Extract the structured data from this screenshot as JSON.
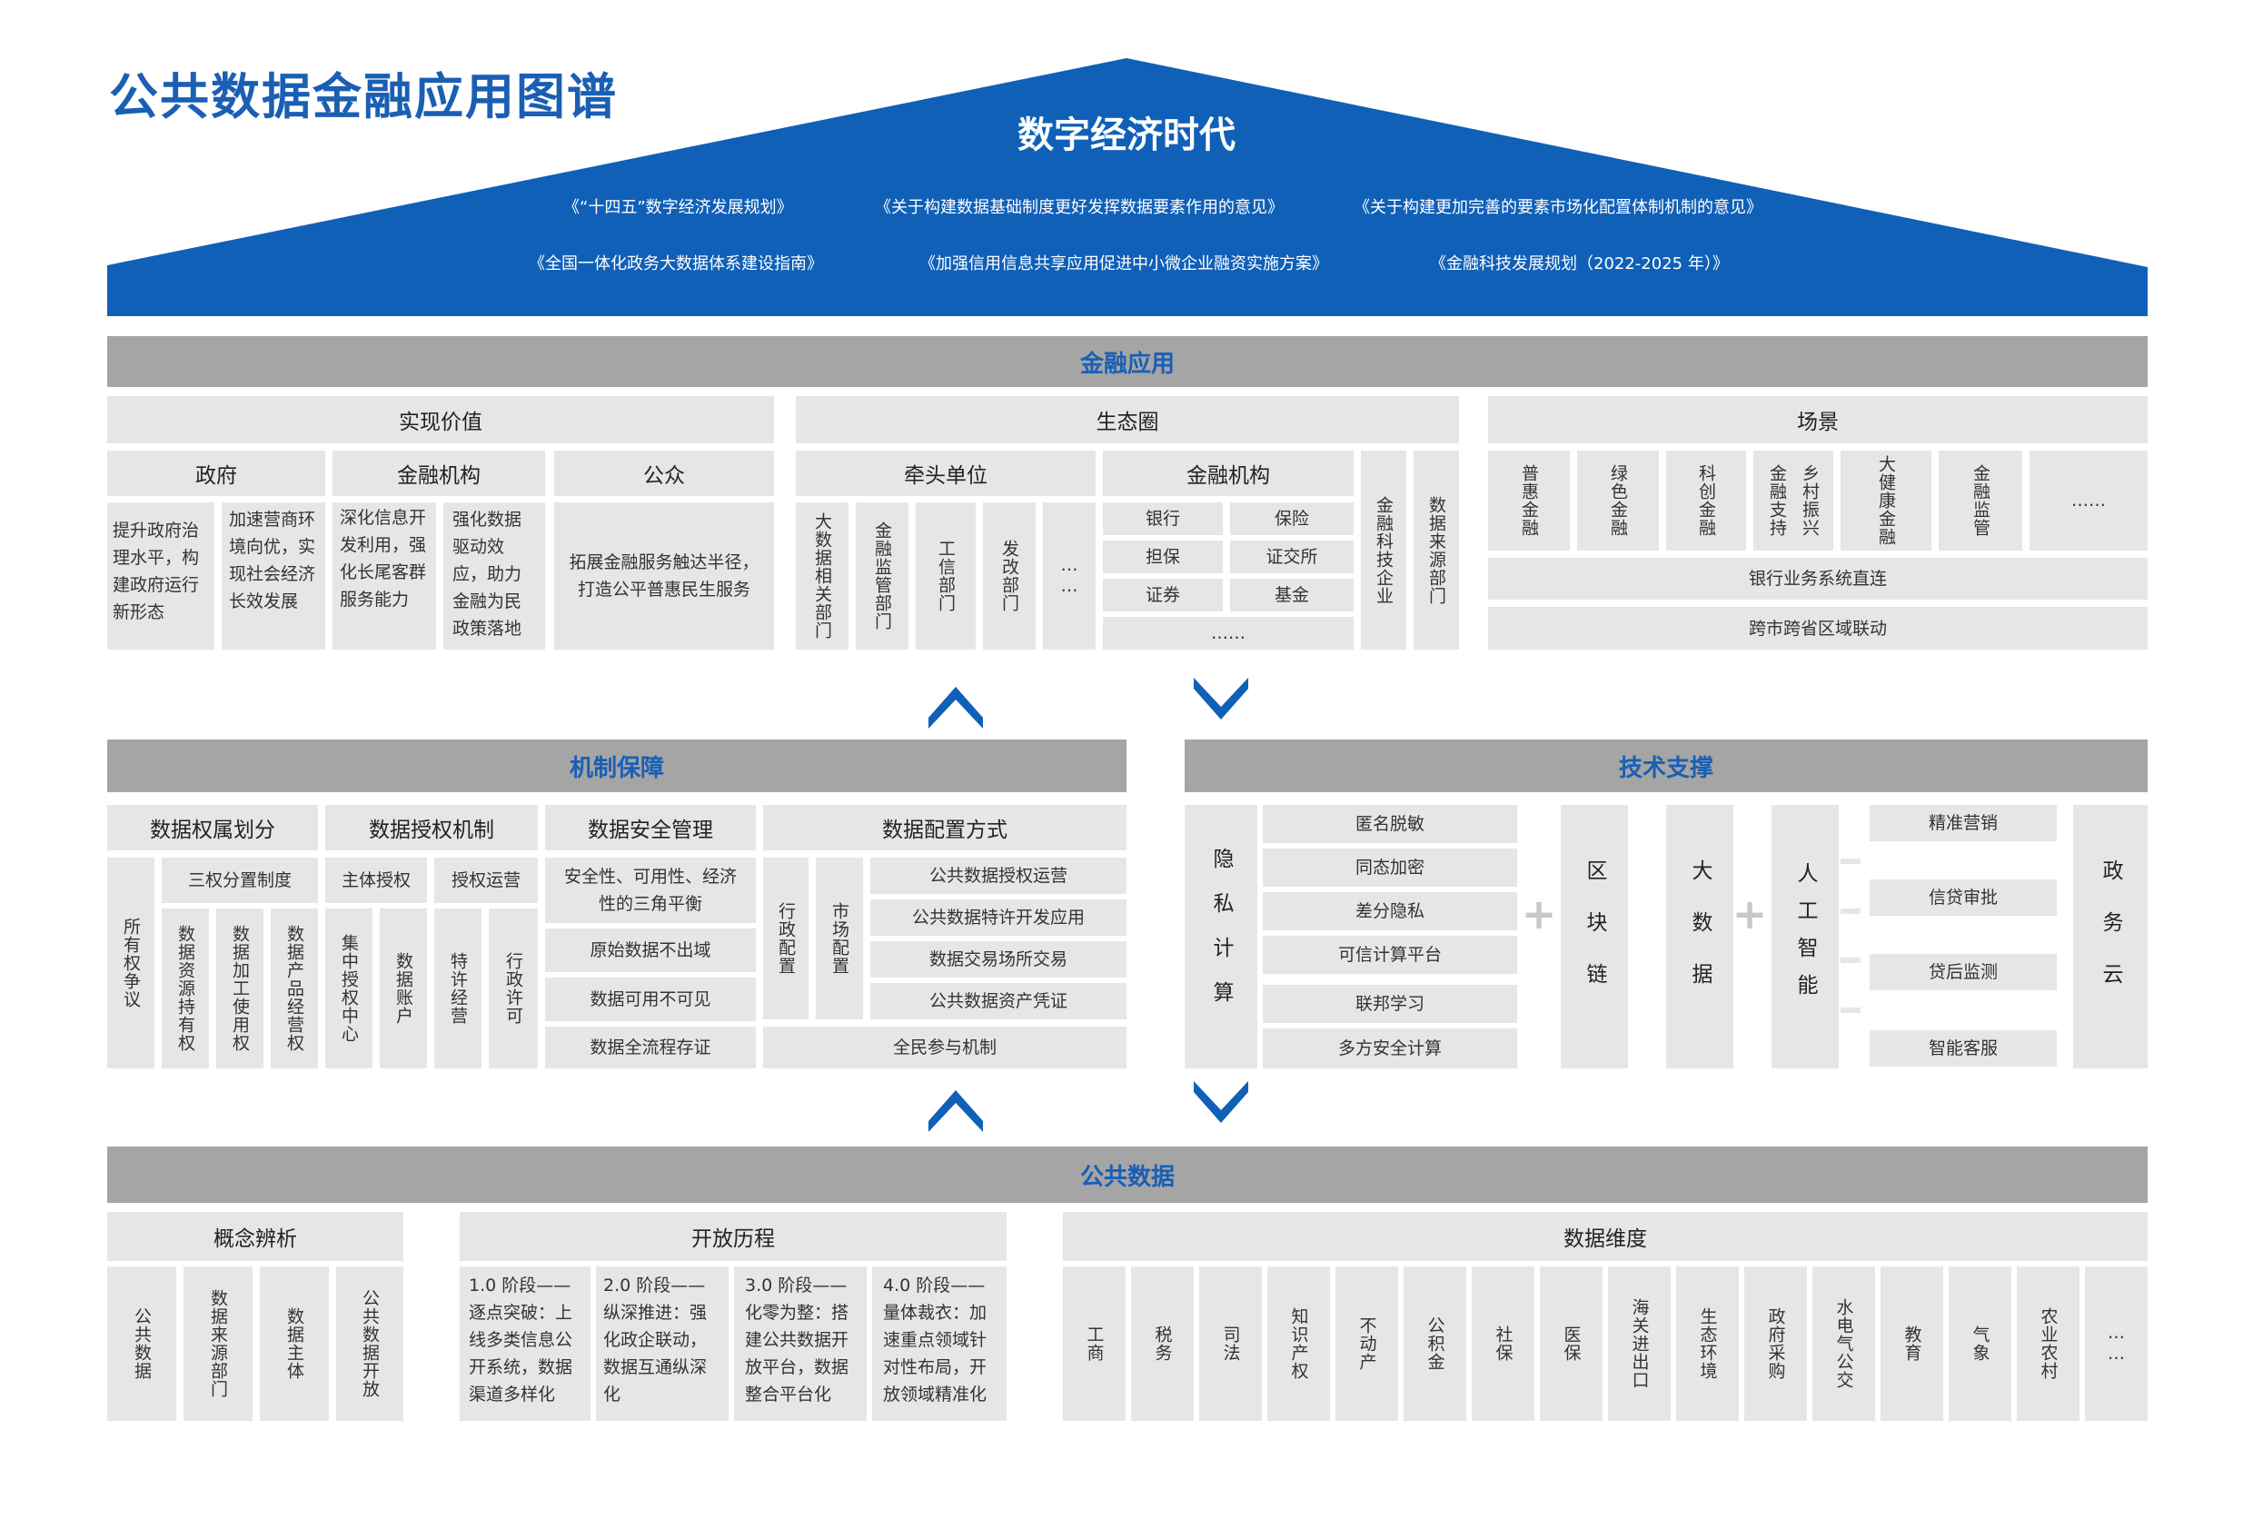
{
  "title": "公共数据金融应用图谱",
  "roof": {
    "heading": "数字经济时代",
    "docs": [
      "《“十四五”数字经济发展规划》",
      "《关于构建数据基础制度更好发挥数据要素作用的意见》",
      "《关于构建更加完善的要素市场化配置体制机制的意见》",
      "《全国一体化政务大数据体系建设指南》",
      "《加强信用信息共享应用促进中小微企业融资实施方案》",
      "《金融科技发展规划（2022-2025 年）》"
    ]
  },
  "finance": {
    "title": "金融应用",
    "value": {
      "title": "实现价值",
      "groups": [
        "政府",
        "金融机构",
        "公众"
      ],
      "cells": [
        "提升政府治理水平，构建政府运行新形态",
        "加速营商环境向优，实现社会经济长效发展",
        "深化信息开发利用，强化长尾客群服务能力",
        "强化数据驱动效应，助力金融为民政策落地",
        "拓展金融服务触达半径，打造公平普惠民生服务"
      ]
    },
    "eco": {
      "title": "生态圈",
      "lead": "牵头单位",
      "lead_items": [
        "大数据相关部门",
        "金融监管部门",
        "工信部门",
        "发改部门",
        "……"
      ],
      "inst": "金融机构",
      "inst_items": [
        "银行",
        "保险",
        "担保",
        "证交所",
        "证券",
        "基金",
        "……"
      ],
      "side": [
        "金融科技企业",
        "数据来源部门"
      ]
    },
    "scene": {
      "title": "场景",
      "items": [
        "普惠金融",
        "绿色金融",
        "科创金融",
        "金融支持",
        "乡村振兴",
        "大健康金融",
        "金融监管",
        "……"
      ],
      "rows": [
        "银行业务系统直连",
        "跨市跨省区域联动"
      ]
    }
  },
  "mech": {
    "title": "机制保障",
    "cols": [
      "数据权属划分",
      "数据授权机制",
      "数据安全管理",
      "数据配置方式"
    ],
    "ownership_side": "所有权争议",
    "ownership_top": "三权分置制度",
    "ownership_items": [
      "数据资源持有权",
      "数据加工使用权",
      "数据产品经营权"
    ],
    "auth_top": [
      "主体授权",
      "授权运营"
    ],
    "auth_items": [
      "集中授权中心",
      "数据账户",
      "特许经营",
      "行政许可"
    ],
    "security_items": [
      "安全性、可用性、经济性的三角平衡",
      "原始数据不出域",
      "数据可用不可见",
      "数据全流程存证"
    ],
    "config_side": [
      "行政配置",
      "市场配置"
    ],
    "config_items": [
      "公共数据授权运营",
      "公共数据特许开发应用",
      "数据交易场所交易",
      "公共数据资产凭证"
    ],
    "bottom": "全民参与机制"
  },
  "tech": {
    "title": "技术支撑",
    "privacy": "隐私计算",
    "privacy_items": [
      "匿名脱敏",
      "同态加密",
      "差分隐私",
      "可信计算平台",
      "联邦学习",
      "多方安全计算"
    ],
    "plus": "+",
    "blocks": [
      "区块链",
      "大数据",
      "人工智能"
    ],
    "apps": [
      "精准营销",
      "信贷审批",
      "贷后监测",
      "智能客服"
    ],
    "cloud": "政务云"
  },
  "public": {
    "title": "公共数据",
    "concept": {
      "title": "概念辨析",
      "items": [
        "公共数据",
        "数据来源部门",
        "数据主体",
        "公共数据开放"
      ]
    },
    "history": {
      "title": "开放历程",
      "items": [
        "1.0 阶段——逐点突破：上线多类信息公开系统，数据渠道多样化",
        "2.0 阶段——纵深推进：强化政企联动，数据互通纵深化",
        "3.0 阶段——化零为整：搭建公共数据开放平台，数据整合平台化",
        "4.0 阶段——量体裁衣：加速重点领域针对性布局，开放领域精准化"
      ]
    },
    "dims": {
      "title": "数据维度",
      "items": [
        "工商",
        "税务",
        "司法",
        "知识产权",
        "不动产",
        "公积金",
        "社保",
        "医保",
        "海关进出口",
        "生态环境",
        "政府采购",
        "水电气公交",
        "教育",
        "气象",
        "农业农村",
        "……"
      ]
    }
  },
  "colors": {
    "blue": "#1a5fb4",
    "gray_header": "#a5a5a5",
    "gray_cell": "#e6e6e6"
  }
}
